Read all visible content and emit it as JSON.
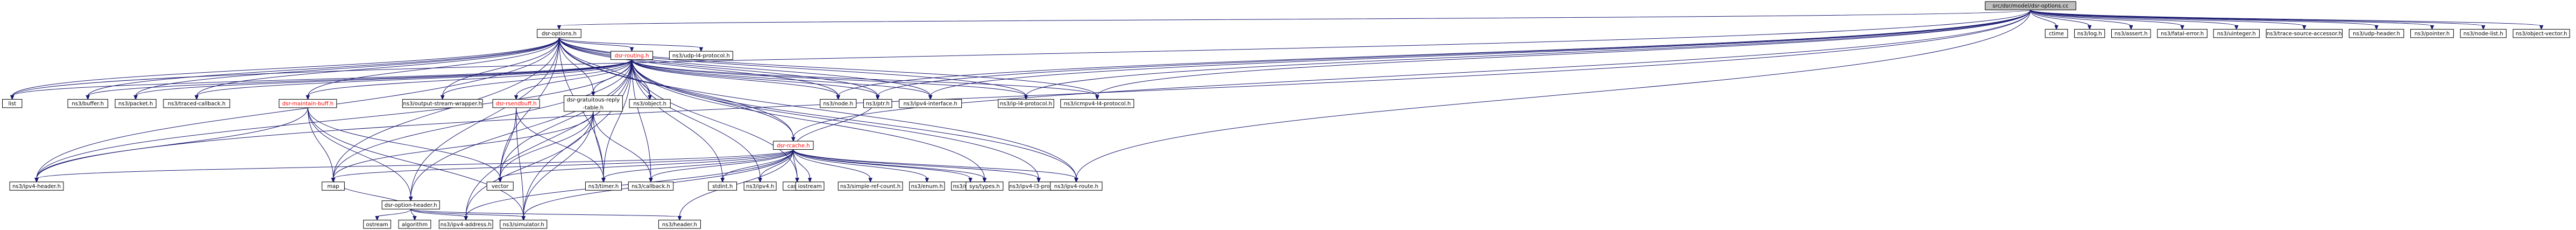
{
  "graph": {
    "title": "src/dsr/model/dsr-options.cc",
    "nodes": {
      "root": "src/dsr/model/dsr-options.cc",
      "options_h": "dsr-options.h",
      "ctime": "ctime",
      "log": "ns3/log.h",
      "assert": "ns3/assert.h",
      "fatal": "ns3/fatal-error.h",
      "uinteger": "ns3/uinteger.h",
      "trace_source": "ns3/trace-source-accessor.h",
      "udp_header": "ns3/udp-header.h",
      "pointer": "ns3/pointer.h",
      "node_list": "ns3/node-list.h",
      "object_vector": "ns3/object-vector.h",
      "list": "list",
      "buffer": "ns3/buffer.h",
      "packet": "ns3/packet.h",
      "traced_cb": "ns3/traced-callback.h",
      "maintain": "dsr-maintain-buff.h",
      "output_stream": "ns3/output-stream-wrapper.h",
      "rsendbuff": "dsr-rsendbuff.h",
      "grat": "dsr-gratuitous-reply\n-table.h",
      "routing": "dsr-routing.h",
      "object": "ns3/object.h",
      "udp_l4": "ns3/udp-l4-protocol.h",
      "rcache": "dsr-rcache.h",
      "node": "ns3/node.h",
      "ptr": "ns3/ptr.h",
      "ipv4_if": "ns3/ipv4-interface.h",
      "ip_l4": "ns3/ip-l4-protocol.h",
      "icmp": "ns3/icmpv4-l4-protocol.h",
      "ipv4_header": "ns3/ipv4-header.h",
      "option_header": "dsr-option-header.h",
      "map": "map",
      "vector": "vector",
      "timer": "ns3/timer.h",
      "callback": "ns3/callback.h",
      "stdint": "stdint.h",
      "ipv4": "ns3/ipv4.h",
      "cassert": "cassert",
      "iostream": "iostream",
      "simple_ref": "ns3/simple-ref-count.h",
      "enum": "ns3/enum.h",
      "nstime": "ns3/nstime.h",
      "systypes": "sys/types.h",
      "ipv4_l3": "ns3/ipv4-l3-protocol.h",
      "ipv4_route": "ns3/ipv4-route.h",
      "ostream": "ostream",
      "algorithm": "algorithm",
      "ipv4_address": "ns3/ipv4-address.h",
      "simulator": "ns3/simulator.h",
      "header": "ns3/header.h"
    },
    "colors": {
      "edge": "#191970",
      "root_fill": "#bfbfbf",
      "node_fill": "#ffffff",
      "red_text": "#ff0000",
      "black_text": "#000000"
    }
  }
}
